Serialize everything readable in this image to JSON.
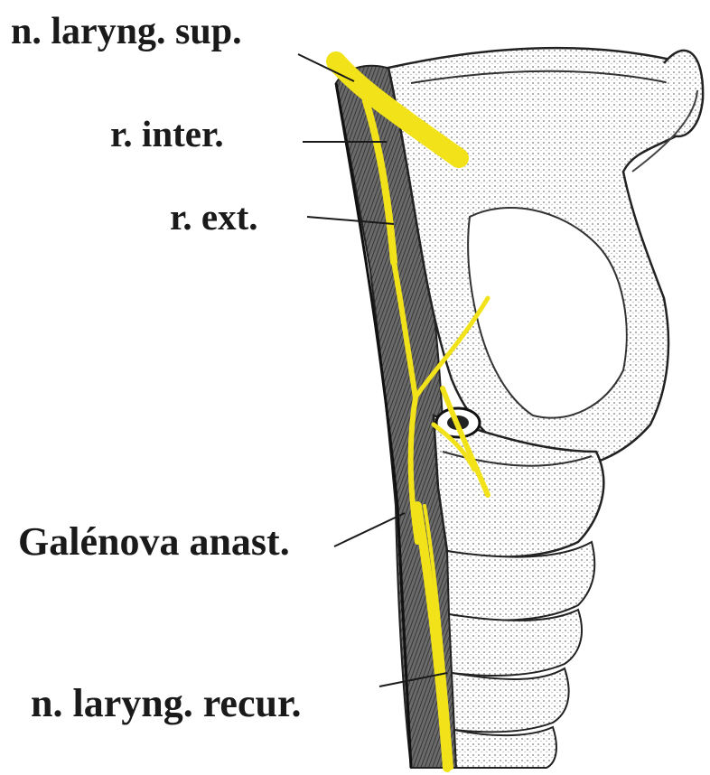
{
  "labels": {
    "sup": "n. laryng. sup.",
    "inter": "r. inter.",
    "ext": "r. ext.",
    "galen": "Galénova anast.",
    "recur": "n. laryng. recur."
  },
  "colors": {
    "nerve": "#f2e21a",
    "ink": "#1a1a1a",
    "shade": "#555555",
    "background": "#ffffff"
  }
}
